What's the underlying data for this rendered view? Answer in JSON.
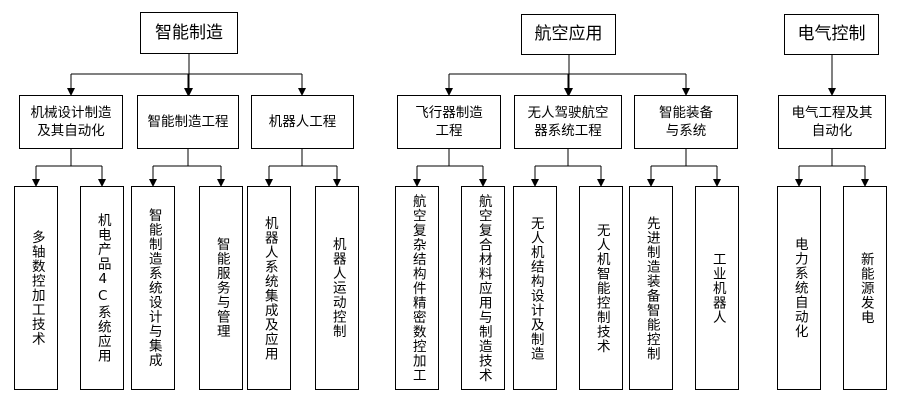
{
  "groups": [
    {
      "title": "智能制造",
      "subs": [
        {
          "title": "机械设计制造\n及其自动化",
          "leaves": [
            "多轴数控加工技术",
            "机电产品4C系统应用"
          ]
        },
        {
          "title": "智能制造工程",
          "leaves": [
            "智能制造系统设计与集成",
            "智能服务与管理"
          ]
        },
        {
          "title": "机器人工程",
          "leaves": [
            "机器人系统集成及应用",
            "机器人运动控制"
          ]
        }
      ]
    },
    {
      "title": "航空应用",
      "subs": [
        {
          "title": "飞行器制造\n工程",
          "leaves": [
            "航空复杂结构件精密数控加工",
            "航空复合材料应用与制造技术"
          ]
        },
        {
          "title": "无人驾驶航空\n器系统工程",
          "leaves": [
            "无人机结构设计及制造",
            "无人机智能控制技术"
          ]
        },
        {
          "title": "智能装备\n与系统",
          "leaves": [
            "先进制造装备智能控制",
            "工业机器人"
          ]
        }
      ]
    },
    {
      "title": "电气控制",
      "subs": [
        {
          "title": "电气工程及其\n自动化",
          "leaves": [
            "电力系统自动化",
            "新能源发电"
          ]
        }
      ]
    }
  ]
}
